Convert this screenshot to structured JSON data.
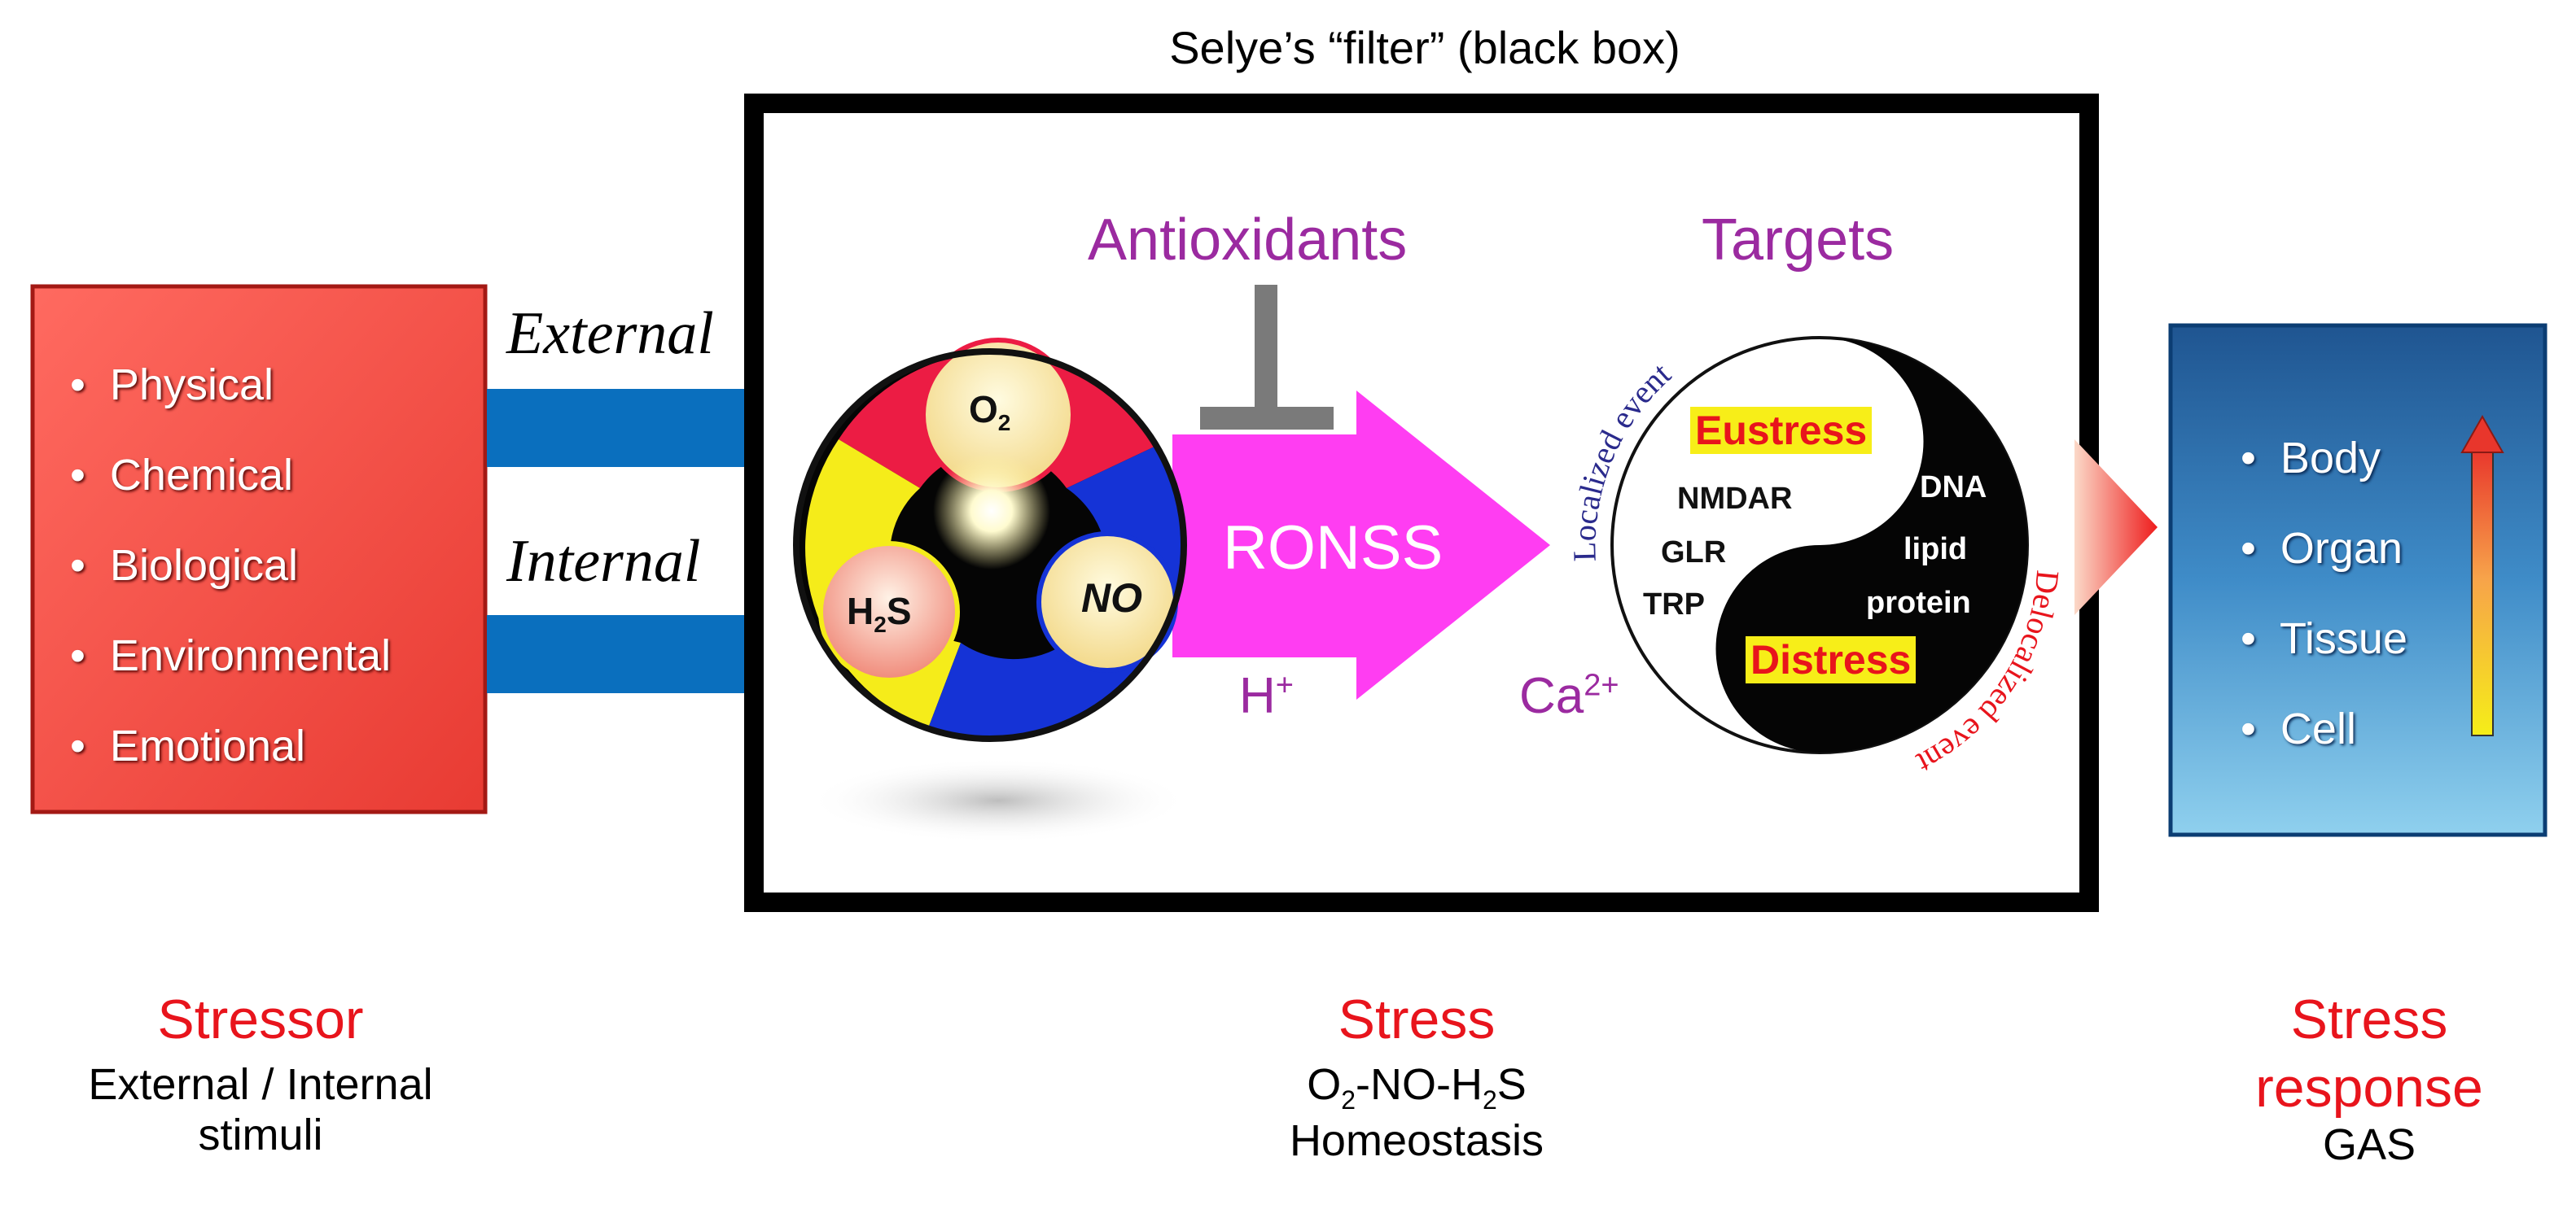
{
  "filter_title": "Selye’s “filter” (black box)",
  "stressor": {
    "items": [
      "Physical",
      "Chemical",
      "Biological",
      "Environmental",
      "Emotional"
    ],
    "caption_title": "Stressor",
    "caption_line1": "External / Internal",
    "caption_line2": "stimuli"
  },
  "inputs": {
    "external": "External",
    "internal": "Internal"
  },
  "sphere": {
    "o2": "O",
    "o2_sub": "2",
    "h2s_h": "H",
    "h2s_sub": "2",
    "h2s_s": "S",
    "no": "NO"
  },
  "antioxidants": "Antioxidants",
  "ronss": "RONSS",
  "h_ion": "H",
  "h_ion_sup": "+",
  "targets": {
    "title": "Targets",
    "ca": "Ca",
    "ca_sup": "2+",
    "eustress": "Eustress",
    "distress": "Distress",
    "left_items": [
      "NMDAR",
      "GLR",
      "TRP"
    ],
    "right_items": [
      "DNA",
      "lipid",
      "protein"
    ],
    "localized": "Localized event",
    "delocalized": "Delocalized event"
  },
  "stress": {
    "caption_title": "Stress",
    "line1_a": "O",
    "line1_sub1": "2",
    "line1_b": "-NO-H",
    "line1_sub2": "2",
    "line1_c": "S",
    "line2": "Homeostasis"
  },
  "response": {
    "items": [
      "Body",
      "Organ",
      "Tissue",
      "Cell"
    ],
    "caption_line1": "Stress",
    "caption_line2": "response",
    "caption_line3": "GAS"
  },
  "colors": {
    "stressor_box": "#f4524a",
    "input_bars": "#0a6fbe",
    "ronss_arrow": "#ff3df2",
    "purple_text": "#9b2aa0",
    "caption_red": "#e8141c",
    "response_box_top": "#1f5591",
    "response_box_bottom": "#8fd0ee"
  }
}
